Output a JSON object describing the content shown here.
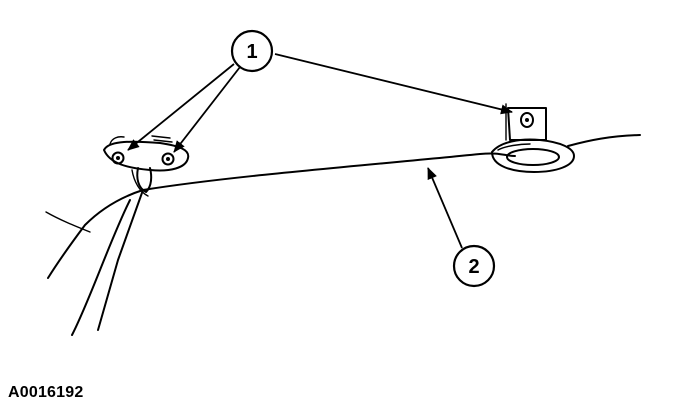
{
  "figure": {
    "id_label": "A0016192"
  },
  "callouts": [
    {
      "number": "1",
      "name": "callout-1"
    },
    {
      "number": "2",
      "name": "callout-2"
    }
  ]
}
